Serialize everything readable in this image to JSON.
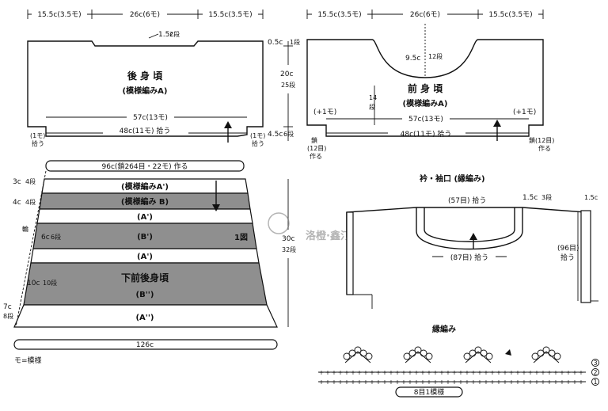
{
  "back": {
    "top_left": "15.5c(3.5モ)",
    "top_mid": "26c(6モ)",
    "top_right": "15.5c(3.5モ)",
    "neck_depth": "1.5c",
    "neck_depth_rows": "2段",
    "title": "後 身 頃",
    "subtitle": "(模様編みA)",
    "right_top": "0.5c",
    "right_top_rows": "1段",
    "right_mid": "20c",
    "right_mid_rows": "25段",
    "right_bottom": "4.5c",
    "right_bottom_rows": "6段",
    "width": "57c(13モ)",
    "pickup": "48c(11モ) 拾う",
    "left_gap": "(1モ)",
    "left_gap_sub": "拾う",
    "right_gap": "(1モ)",
    "right_gap_sub": "拾う"
  },
  "front": {
    "top_left": "15.5c(3.5モ)",
    "top_mid": "26c(6モ)",
    "top_right": "15.5c(3.5モ)",
    "neck_depth": "9.5c",
    "neck_depth_rows": "12段",
    "title": "前 身 頃",
    "subtitle": "(模様編みA)",
    "side_height": "14",
    "side_rows": "段",
    "left_plus": "(+1モ)",
    "right_plus": "(+1モ)",
    "width": "57c(13モ)",
    "pickup": "48c(11モ) 拾う",
    "left_chain": "鎖",
    "left_chain2": "(12目)",
    "left_chain3": "作る",
    "right_chain": "鎖(12目)",
    "right_chain2": "作る"
  },
  "skirt": {
    "chain_note": "96c(鎖264目・22モ) 作る",
    "b1_side": "3c",
    "b1_rows": "4段",
    "b1_label": "(模様編みA')",
    "b2_side": "4c",
    "b2_rows": "4段",
    "b2_label": "(模様編み B)",
    "b3_label": "(A')",
    "ring_note": "輪",
    "b4_side": "6c",
    "b4_rows": "6段",
    "b4_label": "(B')",
    "fig_no": "1図",
    "b5_label": "(A')",
    "b6_side": "10c",
    "b6_rows": "10段",
    "b6_title": "下前後身頃",
    "b6_label": "(B'')",
    "b7_side": "7c",
    "b7_rows": "8段",
    "b7_label": "(A'')",
    "total_height": "30c",
    "total_rows": "32段",
    "bottom_width": "126c",
    "legend": "モ=模様"
  },
  "collar": {
    "title": "衿・袖口 (縁編み)",
    "top_pick": "(57目) 拾う",
    "corner": "1.5c",
    "corner_rows": "3段",
    "edge_value": "1.5c",
    "bottom_pick": "(87目) 拾う",
    "sleeve_pick": "(96目)",
    "sleeve_pick2": "拾う"
  },
  "edging": {
    "title": "縁編み",
    "repeat": "8目1模様",
    "row_marks": [
      "3",
      "2",
      "1"
    ]
  },
  "watermark": {
    "text": "洛橙·鑫汀"
  }
}
